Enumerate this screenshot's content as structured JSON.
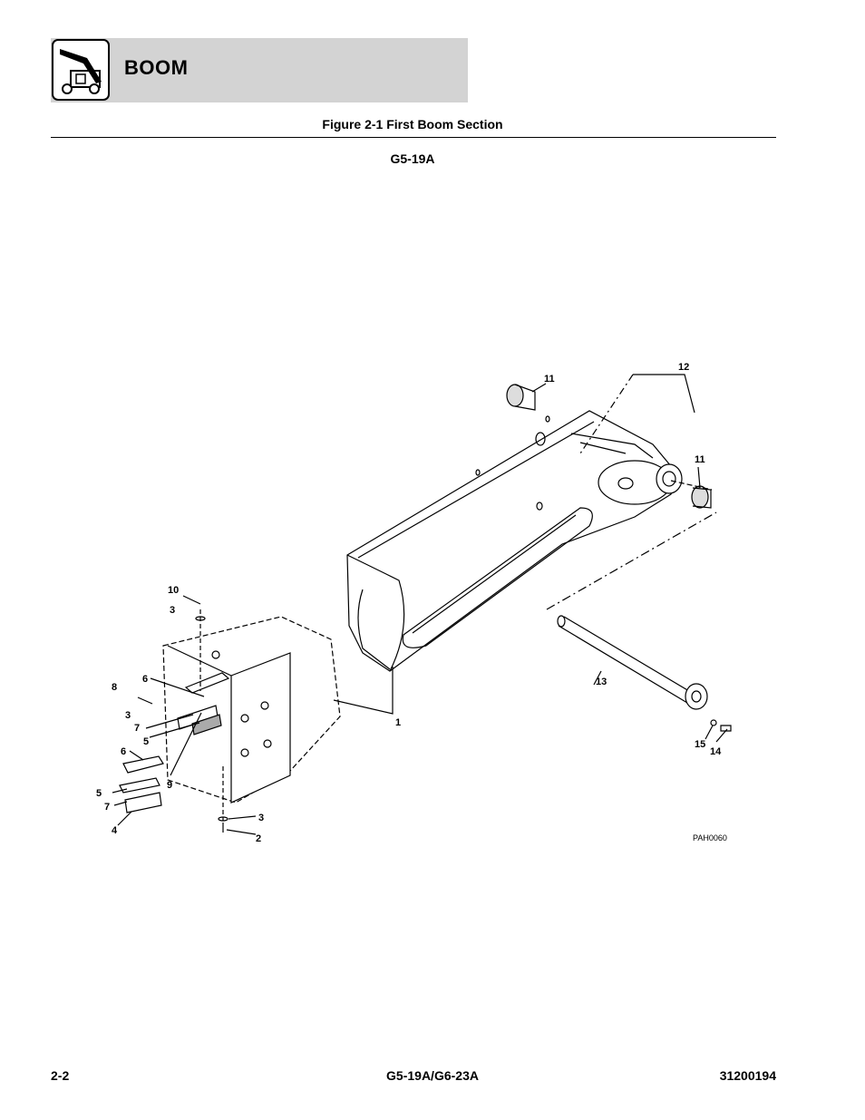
{
  "header": {
    "section_title": "BOOM",
    "logo_icon": "telehandler-icon"
  },
  "figure": {
    "title": "Figure 2-1 First Boom Section",
    "model": "G5-19A",
    "reference_code": "PAH0060",
    "callouts": [
      "1",
      "2",
      "3",
      "3",
      "3",
      "4",
      "5",
      "5",
      "6",
      "6",
      "7",
      "7",
      "8",
      "9",
      "10",
      "11",
      "11",
      "12",
      "13",
      "14",
      "15"
    ]
  },
  "footer": {
    "page_number": "2-2",
    "models": "G5-19A/G6-23A",
    "doc_number": "31200194"
  }
}
